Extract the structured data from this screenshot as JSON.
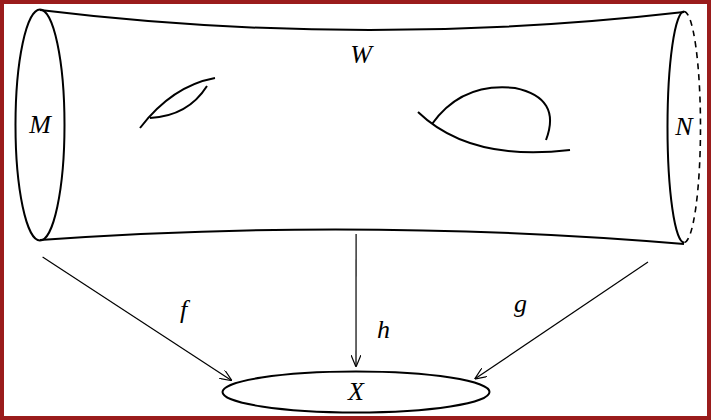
{
  "diagram": {
    "nodes": [
      {
        "text": [
          "M"
        ]
      },
      {
        "text": [
          "W"
        ]
      },
      {
        "text": [
          "N"
        ]
      },
      {
        "text": [
          "X"
        ]
      }
    ],
    "edges": [
      {
        "from": 0,
        "to": 3,
        "label": "f",
        "arrow": "to"
      },
      {
        "from": 1,
        "to": 3,
        "label": "h",
        "arrow": "to"
      },
      {
        "from": 2,
        "to": 3,
        "label": "g",
        "arrow": "to"
      }
    ]
  }
}
